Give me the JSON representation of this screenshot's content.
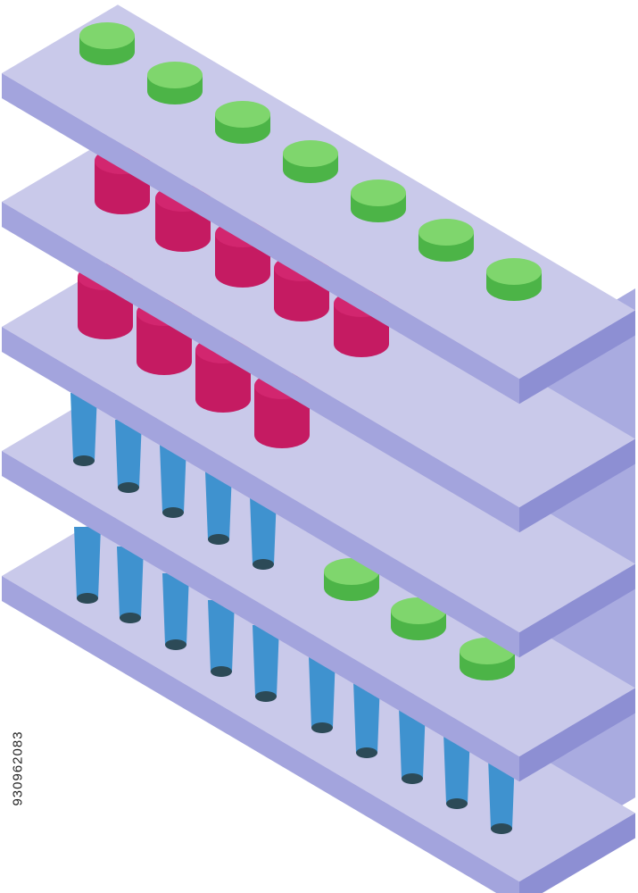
{
  "illustration": {
    "subject": "isometric-test-tube-rack",
    "shelf_count": 5,
    "shelves": [
      {
        "contents": "green-caps"
      },
      {
        "contents": "red-tubes"
      },
      {
        "contents": "red-tubes"
      },
      {
        "contents": "blue-tubes"
      },
      {
        "contents": "blue-tubes-and-green-caps"
      }
    ],
    "colors": {
      "shelf_top": "#c9c9ea",
      "shelf_front": "#a3a4dd",
      "shelf_side": "#8d8fd3",
      "side_panel": "#a9abe0",
      "red_tube": "#c51b62",
      "red_tube_top": "#d2266f",
      "blue_tube": "#3f92cf",
      "blue_tube_tip": "#2c4a57",
      "green_cap_top": "#7fd66d",
      "green_cap_side": "#4cb447"
    }
  },
  "stock_id": "930962083"
}
